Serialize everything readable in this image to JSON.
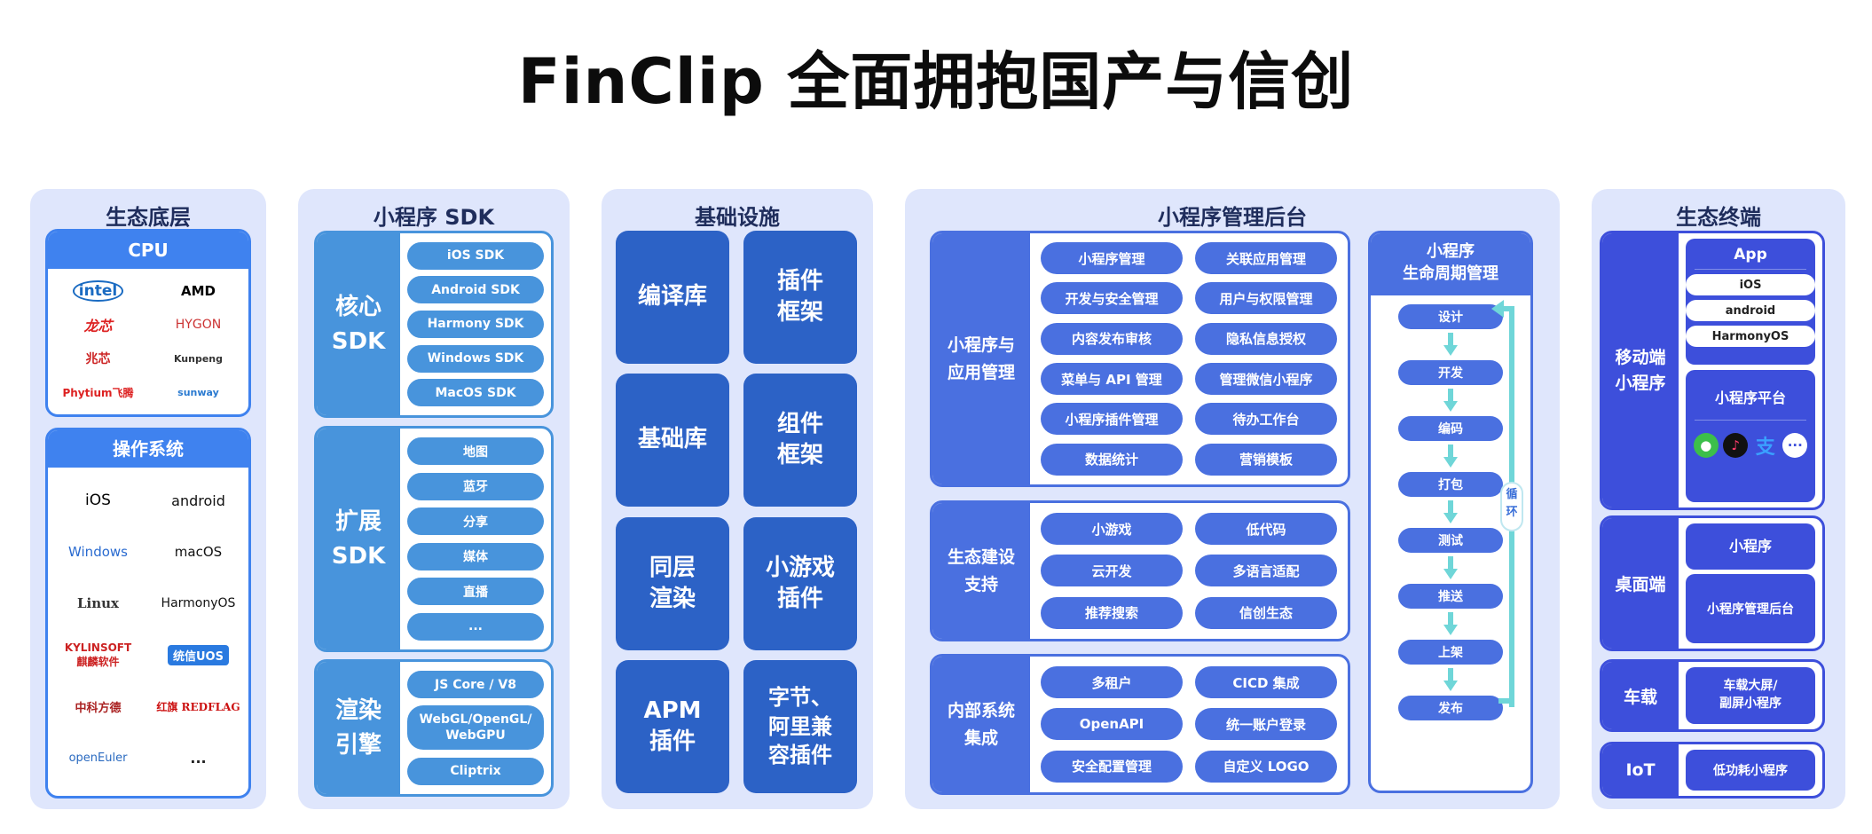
{
  "title": "FinClip 全面拥抱国产与信创",
  "col1": {
    "title": "生态底层",
    "cpu": {
      "title": "CPU",
      "logos": [
        "intel",
        "AMD",
        "龙芯",
        "HYGON",
        "兆芯",
        "Kunpeng",
        "Phytium飞腾",
        "sunway"
      ]
    },
    "os": {
      "title": "操作系统",
      "logos": [
        "iOS",
        "android",
        "Windows",
        "macOS",
        "Linux",
        "HarmonyOS",
        "KYLINSOFT 麒麟软件",
        "统信UOS",
        "中科方德",
        "红旗 REDFLAG",
        "openEuler",
        "..."
      ]
    }
  },
  "col2": {
    "title": "小程序 SDK",
    "groups": [
      {
        "label": "核心\nSDK",
        "items": [
          "iOS SDK",
          "Android SDK",
          "Harmony SDK",
          "Windows SDK",
          "MacOS SDK"
        ]
      },
      {
        "label": "扩展\nSDK",
        "items": [
          "地图",
          "蓝牙",
          "分享",
          "媒体",
          "直播",
          "..."
        ]
      },
      {
        "label": "渲染\n引擎",
        "items": [
          "JS Core / V8",
          "WebGL/OpenGL/\nWebGPU",
          "Cliptrix"
        ]
      }
    ]
  },
  "col3": {
    "title": "基础设施",
    "tiles": [
      "编译库",
      "插件\n框架",
      "基础库",
      "组件\n框架",
      "同层\n渲染",
      "小游戏\n插件",
      "APM\n插件",
      "字节、\n阿里兼\n容插件"
    ]
  },
  "col4": {
    "title": "小程序管理后台",
    "groups": [
      {
        "label": "小程序与\n应用管理",
        "items": [
          "小程序管理",
          "关联应用管理",
          "开发与安全管理",
          "用户与权限管理",
          "内容发布审核",
          "隐私信息授权",
          "菜单与 API 管理",
          "管理微信小程序",
          "小程序插件管理",
          "待办工作台",
          "数据统计",
          "营销模板"
        ]
      },
      {
        "label": "生态建设\n支持",
        "items": [
          "小游戏",
          "低代码",
          "云开发",
          "多语言适配",
          "推荐搜索",
          "信创生态"
        ]
      },
      {
        "label": "内部系统\n集成",
        "items": [
          "多租户",
          "CICD 集成",
          "OpenAPI",
          "统一账户登录",
          "安全配置管理",
          "自定义 LOGO"
        ]
      }
    ],
    "lifecycle": {
      "title": "小程序\n生命周期管理",
      "steps": [
        "设计",
        "开发",
        "编码",
        "打包",
        "测试",
        "推送",
        "上架",
        "发布"
      ],
      "loop": "循\n环"
    }
  },
  "col5": {
    "title": "生态终端",
    "mobile": {
      "label": "移动端\n小程序",
      "app": "App",
      "app_items": [
        "iOS",
        "android",
        "HarmonyOS"
      ],
      "platform": "小程序平台",
      "platform_icons": [
        "wechat-icon",
        "douyin-icon",
        "alipay-icon",
        "more-icon"
      ]
    },
    "desktop": {
      "label": "桌面端",
      "items": [
        "小程序",
        "小程序管理后台"
      ]
    },
    "car": {
      "label": "车载",
      "item": "车载大屏/\n副屏小程序"
    },
    "iot": {
      "label": "IoT",
      "item": "低功耗小程序"
    }
  },
  "colors": {
    "heading": "#1f2d5c",
    "col1": "#3f82ef",
    "col2": "#4894dc",
    "col3": "#2c62c6",
    "col4": "#4a70e0",
    "col5": "#3d4fdb",
    "loop": "#6fd6d8"
  }
}
